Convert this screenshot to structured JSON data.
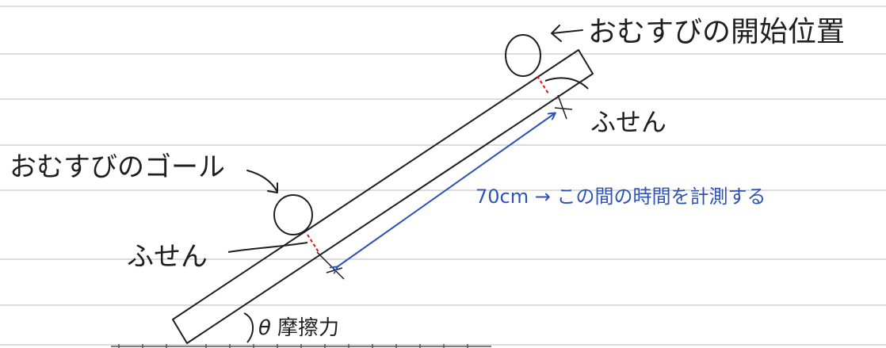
{
  "colors": {
    "paper": "#ffffff",
    "ruled_line": "#b9b9b9",
    "ink": "#1f1f1f",
    "blue_ink": "#2e52b8",
    "red_ink": "#d11a1a"
  },
  "labels": {
    "start_position": "おむすびの開始位置",
    "goal": "おむすびのゴール",
    "sticky_note_top": "ふせん",
    "sticky_note_bottom": "ふせん",
    "measurement": "70cm → この間の時間を計測する",
    "angle": "θ",
    "friction": "摩擦力"
  }
}
